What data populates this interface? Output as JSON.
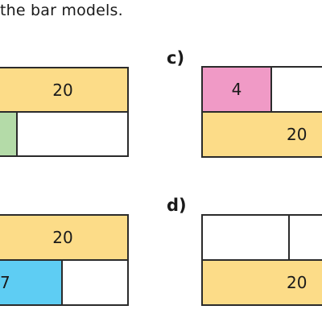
{
  "instruction": "the bar models.",
  "models": {
    "a": {
      "top": "20",
      "bottom_left": "",
      "bottom_right": ""
    },
    "b": {
      "top": "20",
      "bottom_left": "7",
      "bottom_right": ""
    },
    "c": {
      "label": "c)",
      "top_left": "4",
      "top_right": "",
      "bottom": "20"
    },
    "d": {
      "label": "d)",
      "top_left": "",
      "top_right": "",
      "bottom": "20"
    }
  },
  "colors": {
    "whole_bar": "#fcdc88",
    "part_pink": "#f09ac6",
    "part_green": "#b4dba8",
    "part_blue": "#5ecdf3",
    "border": "#2b2b2b"
  }
}
